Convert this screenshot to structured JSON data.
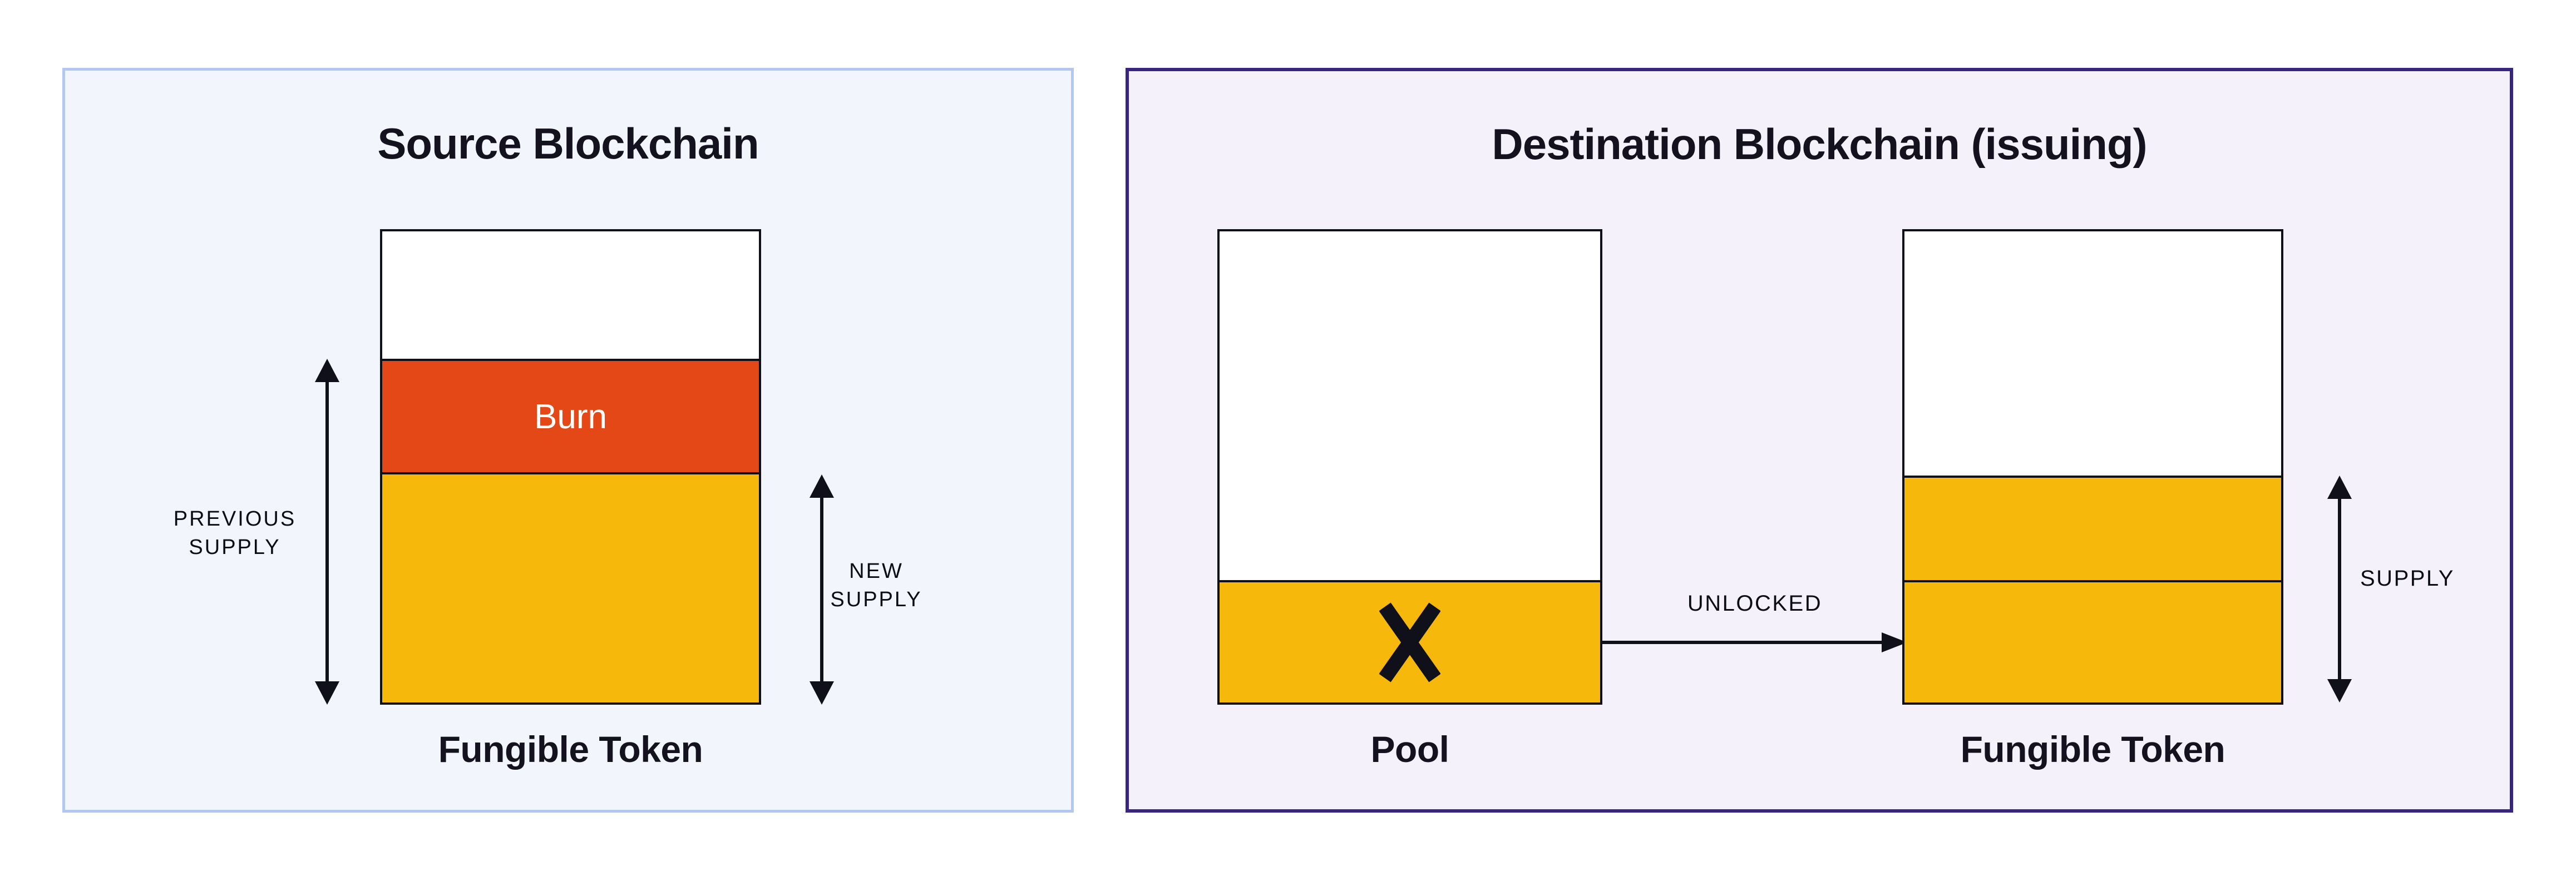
{
  "colors": {
    "line": "#10101a",
    "text-dark": "#14121f",
    "yellow": "#f6b80a",
    "burn-red": "#e34816",
    "source-bg": "#f2f5fc",
    "source-border": "#b3c7f0",
    "dest-bg": "#f4f1fb",
    "dest-border": "#392480",
    "page-bg": "#ffffff"
  },
  "source_panel": {
    "title": "Source Blockchain",
    "burn_label": "Burn",
    "token_caption": "Fungible Token",
    "previous_supply_label": "PREVIOUS\nSUPPLY",
    "new_supply_label": "NEW\nSUPPLY"
  },
  "destination_panel": {
    "title": "Destination Blockchain (issuing)",
    "pool_caption": "Pool",
    "token_caption": "Fungible Token",
    "unlocked_label": "UNLOCKED",
    "supply_label": "SUPPLY"
  }
}
